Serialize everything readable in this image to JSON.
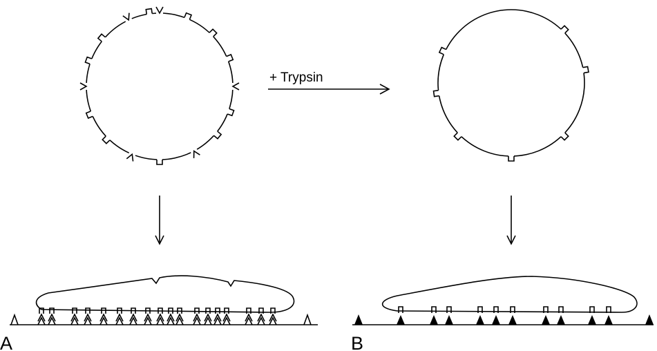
{
  "arrow_label": "+ Trypsin",
  "panel_a": {
    "label": "A"
  },
  "panel_b": {
    "label": "B"
  },
  "colors": {
    "ink": "#000000",
    "background": "#ffffff"
  }
}
